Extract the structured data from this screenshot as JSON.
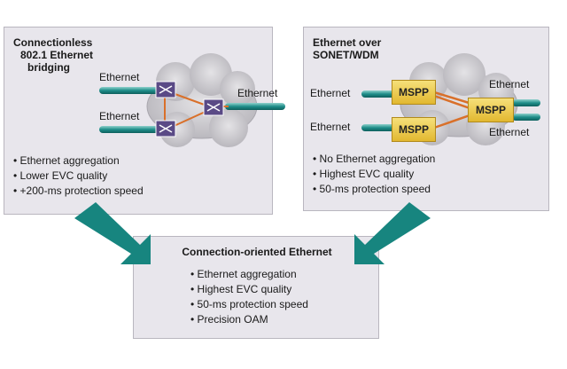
{
  "left": {
    "title": [
      "Connectionless",
      "802.1 Ethernet",
      "bridging"
    ],
    "labels": [
      "Ethernet",
      "Ethernet",
      "Ethernet"
    ],
    "bullets": [
      "Ethernet aggregation",
      "Lower EVC quality",
      "+200-ms protection speed"
    ]
  },
  "right": {
    "title": [
      "Ethernet over",
      "SONET/WDM"
    ],
    "labels": [
      "Ethernet",
      "Ethernet",
      "Ethernet",
      "Ethernet"
    ],
    "nodes": [
      "MSPP",
      "MSPP",
      "MSPP"
    ],
    "bullets": [
      "No Ethernet aggregation",
      "Highest EVC quality",
      "50-ms protection speed"
    ]
  },
  "bottom": {
    "title": "Connection-oriented Ethernet",
    "bullets": [
      "Ethernet aggregation",
      "Highest EVC quality",
      "50-ms protection speed",
      "Precision OAM"
    ]
  },
  "colors": {
    "arrow": "#17857f",
    "pipe": "#1f8e8a",
    "cloud": "#c9c7cc",
    "link": "#d9702a",
    "switch": "#5a4a86"
  }
}
